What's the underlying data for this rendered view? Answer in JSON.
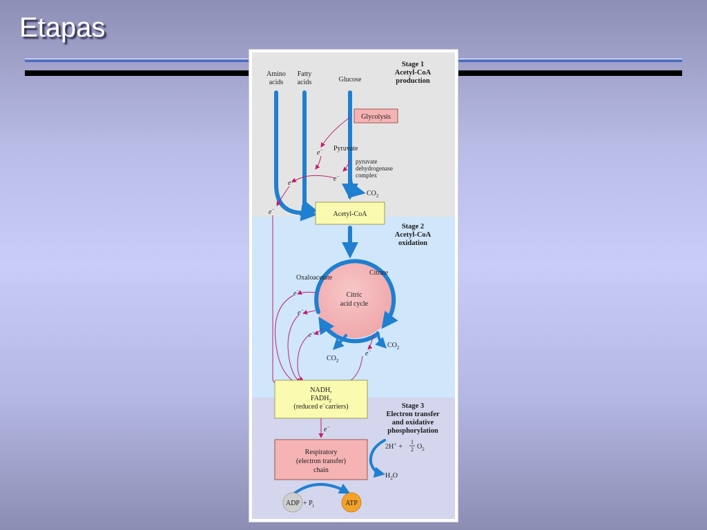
{
  "slide": {
    "title": "Etapas"
  },
  "diagram": {
    "stage1": {
      "line1": "Stage 1",
      "line2": "Acetyl-CoA",
      "line3": "production"
    },
    "stage2": {
      "line1": "Stage 2",
      "line2": "Acetyl-CoA",
      "line3": "oxidation"
    },
    "stage3": {
      "line1": "Stage 3",
      "line2": "Electron transfer",
      "line3": "and oxidative",
      "line4": "phosphorylation"
    },
    "amino_acids": [
      "Amino",
      "acids"
    ],
    "fatty_acids": [
      "Fatty",
      "acids"
    ],
    "glucose": "Glucose",
    "glycolysis": "Glycolysis",
    "pyruvate": "Pyruvate",
    "pdh_complex": [
      "pyruvate",
      "dehydrogenase",
      "complex"
    ],
    "co2": "CO",
    "co2_sub": "2",
    "acetyl_coa": "Acetyl-CoA",
    "citrate": "Citrate",
    "oxaloacetate": "Oxaloacetate",
    "citric_acid_cycle": [
      "Citric",
      "acid cycle"
    ],
    "electron": "e",
    "electron_sup": "−",
    "nadh_box": {
      "line1": "NADH,",
      "line2": "FADH",
      "line2_sub": "2",
      "line3_pre": "(reduced ",
      "line3_post": "carriers)"
    },
    "respiratory_chain": [
      "Respiratory",
      "(electron transfer)",
      "chain"
    ],
    "reactants": {
      "h": "2H",
      "h_sup": "+",
      "plus": "+",
      "frac_num": "1",
      "frac_den": "2",
      "o": "O",
      "o_sub": "2"
    },
    "water": {
      "h": "H",
      "h_sub": "2",
      "o": "O"
    },
    "adp": "ADP",
    "plus_pi": "+ P",
    "pi_sub": "i",
    "atp": "ATP"
  }
}
